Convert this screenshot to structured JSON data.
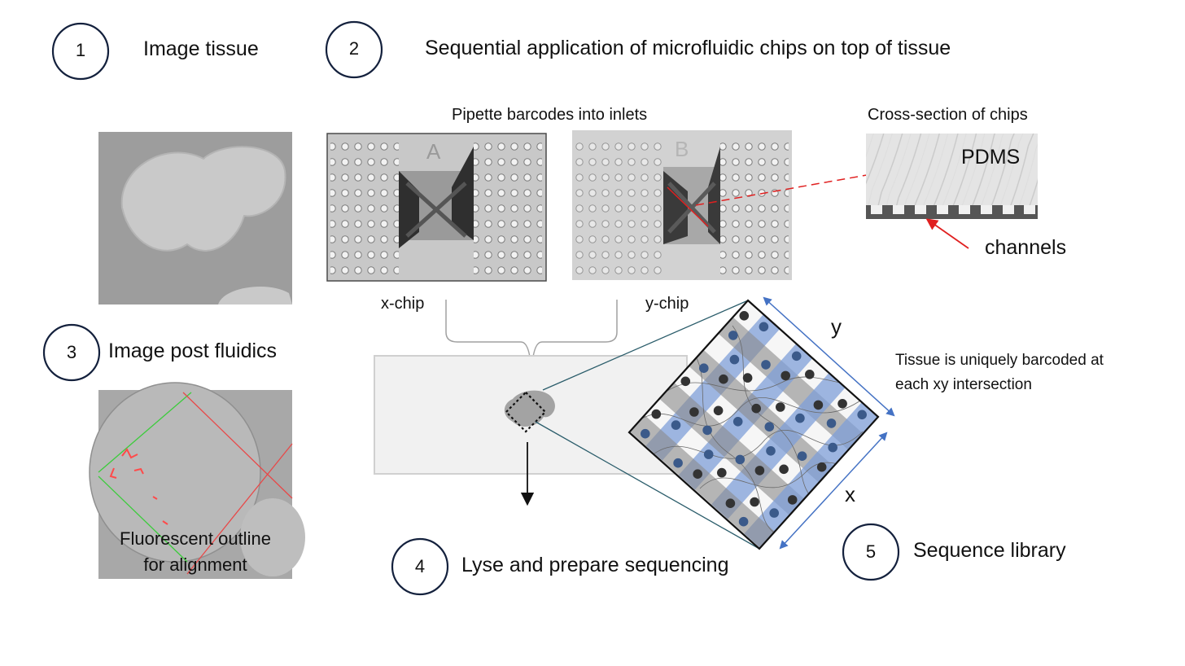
{
  "steps": [
    {
      "num": "1",
      "label": "Image tissue"
    },
    {
      "num": "2",
      "label": "Sequential application of microfluidic chips on top of tissue"
    },
    {
      "num": "3",
      "label": "Image post fluidics"
    },
    {
      "num": "4",
      "label": "Lyse and prepare sequencing"
    },
    {
      "num": "5",
      "label": "Sequence library"
    }
  ],
  "labels": {
    "pipette": "Pipette barcodes into inlets",
    "cross_section": "Cross-section of chips",
    "pdms": "PDMS",
    "channels": "channels",
    "x_chip": "x-chip",
    "y_chip": "y-chip",
    "chip_a": "A",
    "chip_b": "B",
    "axis_y": "y",
    "axis_x": "x",
    "barcode_note_1": "Tissue is uniquely barcoded at",
    "barcode_note_2": "each xy intersection",
    "fluor_1": "Fluorescent outline",
    "fluor_2": "for alignment"
  },
  "colors": {
    "circle_stroke": "#14213d",
    "blue_strip": "#7f9fd8",
    "gray_strip": "#8a8a8a",
    "arrow_blue": "#4472c4",
    "red_line": "#e02020",
    "teal_line": "#2b5d6b",
    "dot_blue": "#3b5a8a",
    "dot_dark": "#333333"
  }
}
